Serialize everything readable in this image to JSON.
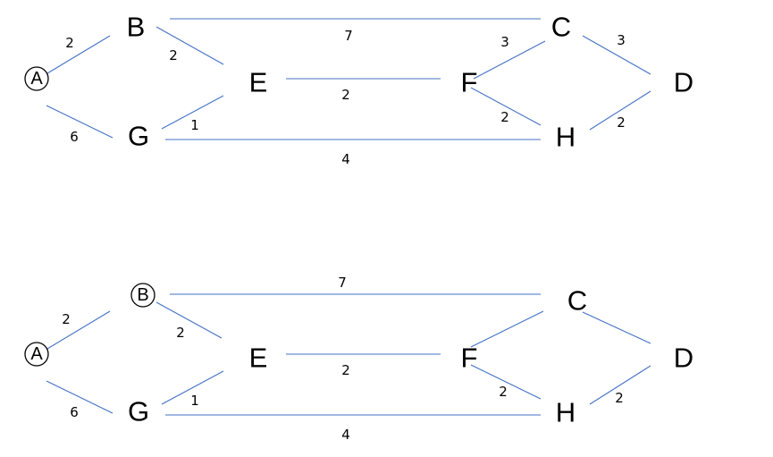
{
  "graphs": [
    {
      "name": "graph-top",
      "nodes": [
        {
          "id": "A",
          "label": "A",
          "circled": true
        },
        {
          "id": "B",
          "label": "B",
          "circled": false
        },
        {
          "id": "G",
          "label": "G",
          "circled": false
        },
        {
          "id": "E",
          "label": "E",
          "circled": false
        },
        {
          "id": "F",
          "label": "F",
          "circled": false
        },
        {
          "id": "C",
          "label": "C",
          "circled": false
        },
        {
          "id": "H",
          "label": "H",
          "circled": false
        },
        {
          "id": "D",
          "label": "D",
          "circled": false
        }
      ],
      "edges": [
        {
          "from": "A",
          "to": "B",
          "weight": "2"
        },
        {
          "from": "A",
          "to": "G",
          "weight": "6"
        },
        {
          "from": "B",
          "to": "E",
          "weight": "2"
        },
        {
          "from": "G",
          "to": "E",
          "weight": "1"
        },
        {
          "from": "B",
          "to": "C",
          "weight": "7"
        },
        {
          "from": "E",
          "to": "F",
          "weight": "2"
        },
        {
          "from": "G",
          "to": "H",
          "weight": "4"
        },
        {
          "from": "F",
          "to": "C",
          "weight": "3"
        },
        {
          "from": "F",
          "to": "H",
          "weight": "2"
        },
        {
          "from": "C",
          "to": "D",
          "weight": "3"
        },
        {
          "from": "H",
          "to": "D",
          "weight": "2"
        }
      ]
    },
    {
      "name": "graph-bottom",
      "nodes": [
        {
          "id": "A",
          "label": "A",
          "circled": true
        },
        {
          "id": "B",
          "label": "B",
          "circled": true
        },
        {
          "id": "G",
          "label": "G",
          "circled": false
        },
        {
          "id": "E",
          "label": "E",
          "circled": false
        },
        {
          "id": "F",
          "label": "F",
          "circled": false
        },
        {
          "id": "C",
          "label": "C",
          "circled": false
        },
        {
          "id": "H",
          "label": "H",
          "circled": false
        },
        {
          "id": "D",
          "label": "D",
          "circled": false
        }
      ],
      "edges": [
        {
          "from": "A",
          "to": "B",
          "weight": "2"
        },
        {
          "from": "A",
          "to": "G",
          "weight": "6"
        },
        {
          "from": "B",
          "to": "E",
          "weight": "2"
        },
        {
          "from": "G",
          "to": "E",
          "weight": "1"
        },
        {
          "from": "B",
          "to": "C",
          "weight": "7"
        },
        {
          "from": "E",
          "to": "F",
          "weight": "2"
        },
        {
          "from": "G",
          "to": "H",
          "weight": "4"
        },
        {
          "from": "F",
          "to": "C",
          "weight": null
        },
        {
          "from": "F",
          "to": "H",
          "weight": "2"
        },
        {
          "from": "C",
          "to": "D",
          "weight": null
        },
        {
          "from": "H",
          "to": "D",
          "weight": "2"
        }
      ]
    }
  ]
}
